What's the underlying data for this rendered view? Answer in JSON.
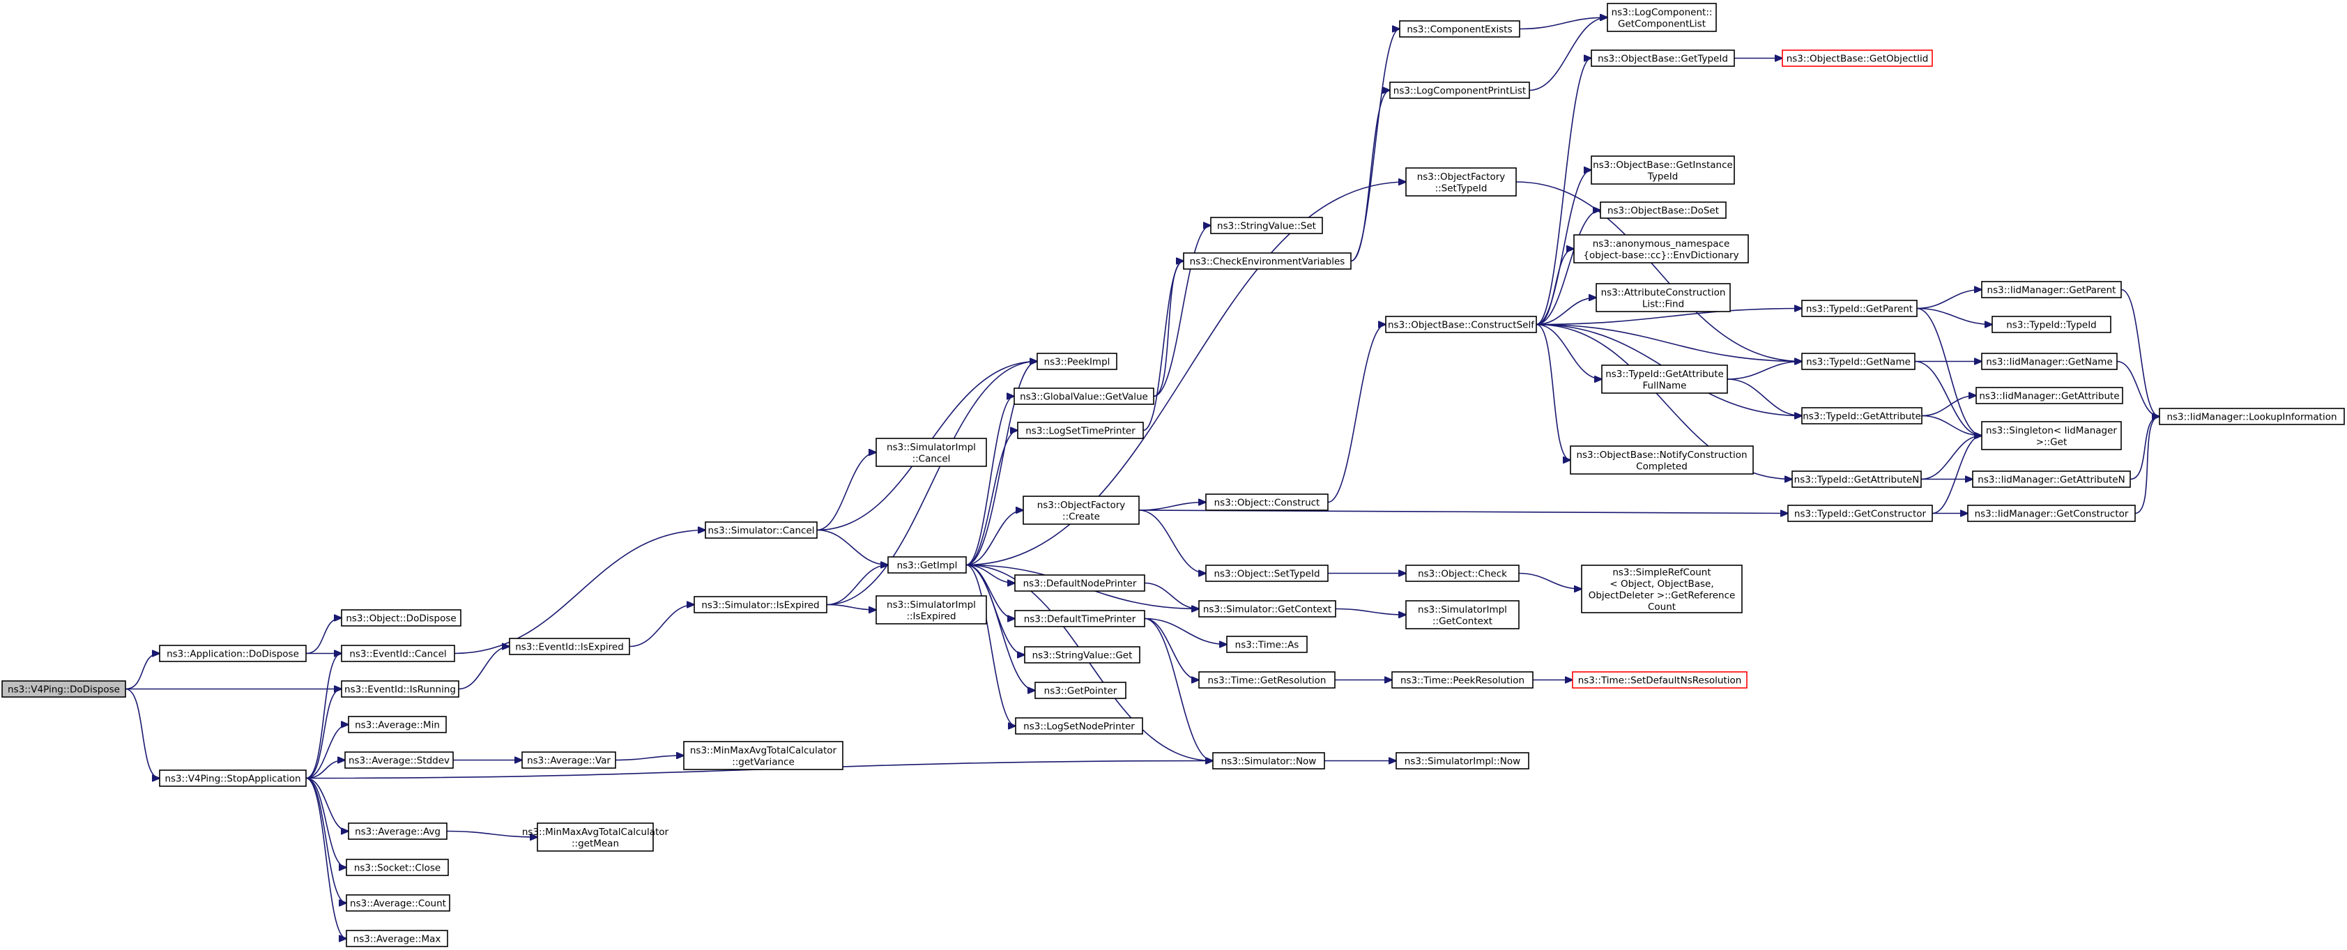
{
  "diagram": {
    "colors": {
      "edge": "#191970",
      "node_border": "#000000",
      "root_fill": "#bfbfbf",
      "undocumented_border": "#ff0000",
      "background": "#ffffff"
    },
    "nodes": [
      {
        "id": "n_doDispose",
        "lines": [
          "ns3::V4Ping::DoDispose"
        ],
        "style": "root"
      },
      {
        "id": "n_appDoDispose",
        "lines": [
          "ns3::Application::DoDispose"
        ]
      },
      {
        "id": "n_stopApp",
        "lines": [
          "ns3::V4Ping::StopApplication"
        ]
      },
      {
        "id": "n_objDoDispose",
        "lines": [
          "ns3::Object::DoDispose"
        ]
      },
      {
        "id": "n_evCancel",
        "lines": [
          "ns3::EventId::Cancel"
        ]
      },
      {
        "id": "n_evIsRunning",
        "lines": [
          "ns3::EventId::IsRunning"
        ]
      },
      {
        "id": "n_avgMin",
        "lines": [
          "ns3::Average::Min"
        ]
      },
      {
        "id": "n_avgStddev",
        "lines": [
          "ns3::Average::Stddev"
        ]
      },
      {
        "id": "n_avgAvg",
        "lines": [
          "ns3::Average::Avg"
        ]
      },
      {
        "id": "n_sockClose",
        "lines": [
          "ns3::Socket::Close"
        ]
      },
      {
        "id": "n_avgCount",
        "lines": [
          "ns3::Average::Count"
        ]
      },
      {
        "id": "n_avgMax",
        "lines": [
          "ns3::Average::Max"
        ]
      },
      {
        "id": "n_avgVar",
        "lines": [
          "ns3::Average::Var"
        ]
      },
      {
        "id": "n_getVariance",
        "lines": [
          "ns3::MinMaxAvgTotalCalculator",
          "::getVariance"
        ]
      },
      {
        "id": "n_getMean",
        "lines": [
          "ns3::MinMaxAvgTotalCalculator",
          "::getMean"
        ]
      },
      {
        "id": "n_evIsExpired",
        "lines": [
          "ns3::EventId::IsExpired"
        ]
      },
      {
        "id": "n_simCancel",
        "lines": [
          "ns3::Simulator::Cancel"
        ]
      },
      {
        "id": "n_simIsExpired",
        "lines": [
          "ns3::Simulator::IsExpired"
        ]
      },
      {
        "id": "n_simImplCancel",
        "lines": [
          "ns3::SimulatorImpl",
          "::Cancel"
        ]
      },
      {
        "id": "n_getImpl",
        "lines": [
          "ns3::GetImpl"
        ]
      },
      {
        "id": "n_simImplIsExpired",
        "lines": [
          "ns3::SimulatorImpl",
          "::IsExpired"
        ]
      },
      {
        "id": "n_peekImpl",
        "lines": [
          "ns3::PeekImpl"
        ]
      },
      {
        "id": "n_gvGetValue",
        "lines": [
          "ns3::GlobalValue::GetValue"
        ]
      },
      {
        "id": "n_logSetTimePrinter",
        "lines": [
          "ns3::LogSetTimePrinter"
        ]
      },
      {
        "id": "n_objFactCreate",
        "lines": [
          "ns3::ObjectFactory",
          "::Create"
        ]
      },
      {
        "id": "n_defNodePrinter",
        "lines": [
          "ns3::DefaultNodePrinter"
        ]
      },
      {
        "id": "n_defTimePrinter",
        "lines": [
          "ns3::DefaultTimePrinter"
        ]
      },
      {
        "id": "n_svGet",
        "lines": [
          "ns3::StringValue::Get"
        ]
      },
      {
        "id": "n_getPointer",
        "lines": [
          "ns3::GetPointer"
        ]
      },
      {
        "id": "n_logSetNodePrinter",
        "lines": [
          "ns3::LogSetNodePrinter"
        ]
      },
      {
        "id": "n_svSet",
        "lines": [
          "ns3::StringValue::Set"
        ]
      },
      {
        "id": "n_checkEnv",
        "lines": [
          "ns3::CheckEnvironmentVariables"
        ]
      },
      {
        "id": "n_objConstruct",
        "lines": [
          "ns3::Object::Construct"
        ]
      },
      {
        "id": "n_objSetTypeId",
        "lines": [
          "ns3::Object::SetTypeId"
        ]
      },
      {
        "id": "n_simGetContext",
        "lines": [
          "ns3::Simulator::GetContext"
        ]
      },
      {
        "id": "n_timeAs",
        "lines": [
          "ns3::Time::As"
        ]
      },
      {
        "id": "n_timeGetRes",
        "lines": [
          "ns3::Time::GetResolution"
        ]
      },
      {
        "id": "n_simNow",
        "lines": [
          "ns3::Simulator::Now"
        ]
      },
      {
        "id": "n_compExists",
        "lines": [
          "ns3::ComponentExists"
        ]
      },
      {
        "id": "n_logCompPrintList",
        "lines": [
          "ns3::LogComponentPrintList"
        ]
      },
      {
        "id": "n_objFactSetTypeId",
        "lines": [
          "ns3::ObjectFactory",
          "::SetTypeId"
        ]
      },
      {
        "id": "n_objBaseConstructSelf",
        "lines": [
          "ns3::ObjectBase::ConstructSelf"
        ]
      },
      {
        "id": "n_objCheck",
        "lines": [
          "ns3::Object::Check"
        ]
      },
      {
        "id": "n_simImplGetContext",
        "lines": [
          "ns3::SimulatorImpl",
          "::GetContext"
        ]
      },
      {
        "id": "n_timePeekRes",
        "lines": [
          "ns3::Time::PeekResolution"
        ]
      },
      {
        "id": "n_simImplNow",
        "lines": [
          "ns3::SimulatorImpl::Now"
        ]
      },
      {
        "id": "n_logCompGetList",
        "lines": [
          "ns3::LogComponent::",
          "GetComponentList"
        ]
      },
      {
        "id": "n_objBaseGetTypeId",
        "lines": [
          "ns3::ObjectBase::GetTypeId"
        ]
      },
      {
        "id": "n_objBaseGetInstTypeId",
        "lines": [
          "ns3::ObjectBase::GetInstance",
          "TypeId"
        ]
      },
      {
        "id": "n_objBaseDoSet",
        "lines": [
          "ns3::ObjectBase::DoSet"
        ]
      },
      {
        "id": "n_envDictionary",
        "lines": [
          "ns3::anonymous_namespace",
          "{object-base::cc}::EnvDictionary"
        ]
      },
      {
        "id": "n_attrConstrFind",
        "lines": [
          "ns3::AttributeConstruction",
          "List::Find"
        ]
      },
      {
        "id": "n_typeIdGetAttrFullName",
        "lines": [
          "ns3::TypeId::GetAttribute",
          "FullName"
        ]
      },
      {
        "id": "n_objBaseNotify",
        "lines": [
          "ns3::ObjectBase::NotifyConstruction",
          "Completed"
        ]
      },
      {
        "id": "n_simpleRefCount",
        "lines": [
          "ns3::SimpleRefCount",
          "< Object, ObjectBase,",
          "ObjectDeleter >::GetReference",
          "Count"
        ]
      },
      {
        "id": "n_setDefaultNsRes",
        "lines": [
          "ns3::Time::SetDefaultNsResolution"
        ],
        "style": "undocumented"
      },
      {
        "id": "n_objBaseGetObjectIid",
        "lines": [
          "ns3::ObjectBase::GetObjectIid"
        ],
        "style": "undocumented"
      },
      {
        "id": "n_typeIdGetParent",
        "lines": [
          "ns3::TypeId::GetParent"
        ]
      },
      {
        "id": "n_typeIdGetName",
        "lines": [
          "ns3::TypeId::GetName"
        ]
      },
      {
        "id": "n_typeIdGetAttribute",
        "lines": [
          "ns3::TypeId::GetAttribute"
        ]
      },
      {
        "id": "n_typeIdGetAttributeN",
        "lines": [
          "ns3::TypeId::GetAttributeN"
        ]
      },
      {
        "id": "n_typeIdGetConstructor",
        "lines": [
          "ns3::TypeId::GetConstructor"
        ]
      },
      {
        "id": "n_iidGetParent",
        "lines": [
          "ns3::IidManager::GetParent"
        ]
      },
      {
        "id": "n_typeIdTypeId",
        "lines": [
          "ns3::TypeId::TypeId"
        ]
      },
      {
        "id": "n_iidGetName",
        "lines": [
          "ns3::IidManager::GetName"
        ]
      },
      {
        "id": "n_iidGetAttribute",
        "lines": [
          "ns3::IidManager::GetAttribute"
        ]
      },
      {
        "id": "n_singletonGet",
        "lines": [
          "ns3::Singleton< IidManager",
          ">::Get"
        ]
      },
      {
        "id": "n_iidGetAttributeN",
        "lines": [
          "ns3::IidManager::GetAttributeN"
        ]
      },
      {
        "id": "n_iidGetConstructor",
        "lines": [
          "ns3::IidManager::GetConstructor"
        ]
      },
      {
        "id": "n_iidLookup",
        "lines": [
          "ns3::IidManager::LookupInformation"
        ]
      }
    ],
    "edges": [
      [
        "n_doDispose",
        "n_appDoDispose"
      ],
      [
        "n_doDispose",
        "n_evIsRunning"
      ],
      [
        "n_doDispose",
        "n_stopApp"
      ],
      [
        "n_appDoDispose",
        "n_objDoDispose"
      ],
      [
        "n_appDoDispose",
        "n_evCancel"
      ],
      [
        "n_stopApp",
        "n_evCancel"
      ],
      [
        "n_stopApp",
        "n_evIsRunning"
      ],
      [
        "n_stopApp",
        "n_avgMin"
      ],
      [
        "n_stopApp",
        "n_avgStddev"
      ],
      [
        "n_stopApp",
        "n_avgAvg"
      ],
      [
        "n_stopApp",
        "n_sockClose"
      ],
      [
        "n_stopApp",
        "n_avgCount"
      ],
      [
        "n_stopApp",
        "n_avgMax"
      ],
      [
        "n_stopApp",
        "n_simNow"
      ],
      [
        "n_avgStddev",
        "n_avgVar"
      ],
      [
        "n_avgVar",
        "n_getVariance"
      ],
      [
        "n_avgAvg",
        "n_getMean"
      ],
      [
        "n_evCancel",
        "n_simCancel"
      ],
      [
        "n_evIsRunning",
        "n_evIsExpired"
      ],
      [
        "n_evIsExpired",
        "n_simIsExpired"
      ],
      [
        "n_simCancel",
        "n_simImplCancel"
      ],
      [
        "n_simCancel",
        "n_getImpl"
      ],
      [
        "n_simCancel",
        "n_peekImpl"
      ],
      [
        "n_simIsExpired",
        "n_getImpl"
      ],
      [
        "n_simIsExpired",
        "n_simImplIsExpired"
      ],
      [
        "n_simIsExpired",
        "n_peekImpl"
      ],
      [
        "n_getImpl",
        "n_peekImpl"
      ],
      [
        "n_getImpl",
        "n_gvGetValue"
      ],
      [
        "n_getImpl",
        "n_logSetTimePrinter"
      ],
      [
        "n_getImpl",
        "n_objFactCreate"
      ],
      [
        "n_getImpl",
        "n_defNodePrinter"
      ],
      [
        "n_getImpl",
        "n_defTimePrinter"
      ],
      [
        "n_getImpl",
        "n_svGet"
      ],
      [
        "n_getImpl",
        "n_getPointer"
      ],
      [
        "n_getImpl",
        "n_logSetNodePrinter"
      ],
      [
        "n_getImpl",
        "n_simNow"
      ],
      [
        "n_getImpl",
        "n_objFactSetTypeId"
      ],
      [
        "n_getImpl",
        "n_simGetContext"
      ],
      [
        "n_gvGetValue",
        "n_svSet"
      ],
      [
        "n_gvGetValue",
        "n_checkEnv"
      ],
      [
        "n_logSetTimePrinter",
        "n_checkEnv"
      ],
      [
        "n_checkEnv",
        "n_compExists"
      ],
      [
        "n_checkEnv",
        "n_logCompPrintList"
      ],
      [
        "n_compExists",
        "n_logCompGetList"
      ],
      [
        "n_logCompPrintList",
        "n_logCompGetList"
      ],
      [
        "n_objFactCreate",
        "n_objConstruct"
      ],
      [
        "n_objFactCreate",
        "n_objSetTypeId"
      ],
      [
        "n_objFactCreate",
        "n_typeIdGetConstructor"
      ],
      [
        "n_objConstruct",
        "n_objBaseConstructSelf"
      ],
      [
        "n_objSetTypeId",
        "n_objCheck"
      ],
      [
        "n_objCheck",
        "n_simpleRefCount"
      ],
      [
        "n_defNodePrinter",
        "n_simGetContext"
      ],
      [
        "n_simGetContext",
        "n_simImplGetContext"
      ],
      [
        "n_defTimePrinter",
        "n_timeAs"
      ],
      [
        "n_defTimePrinter",
        "n_timeGetRes"
      ],
      [
        "n_defTimePrinter",
        "n_simNow"
      ],
      [
        "n_timeGetRes",
        "n_timePeekRes"
      ],
      [
        "n_timePeekRes",
        "n_setDefaultNsRes"
      ],
      [
        "n_simNow",
        "n_simImplNow"
      ],
      [
        "n_objFactSetTypeId",
        "n_typeIdGetName"
      ],
      [
        "n_objBaseConstructSelf",
        "n_objBaseGetTypeId"
      ],
      [
        "n_objBaseConstructSelf",
        "n_objBaseGetInstTypeId"
      ],
      [
        "n_objBaseConstructSelf",
        "n_objBaseDoSet"
      ],
      [
        "n_objBaseConstructSelf",
        "n_envDictionary"
      ],
      [
        "n_objBaseConstructSelf",
        "n_attrConstrFind"
      ],
      [
        "n_objBaseConstructSelf",
        "n_typeIdGetAttrFullName"
      ],
      [
        "n_objBaseConstructSelf",
        "n_objBaseNotify"
      ],
      [
        "n_objBaseConstructSelf",
        "n_typeIdGetParent"
      ],
      [
        "n_objBaseConstructSelf",
        "n_typeIdGetName"
      ],
      [
        "n_objBaseConstructSelf",
        "n_typeIdGetAttribute"
      ],
      [
        "n_objBaseConstructSelf",
        "n_typeIdGetAttributeN"
      ],
      [
        "n_objBaseGetTypeId",
        "n_objBaseGetObjectIid"
      ],
      [
        "n_typeIdGetAttrFullName",
        "n_typeIdGetName"
      ],
      [
        "n_typeIdGetAttrFullName",
        "n_typeIdGetAttribute"
      ],
      [
        "n_typeIdGetParent",
        "n_iidGetParent"
      ],
      [
        "n_typeIdGetParent",
        "n_typeIdTypeId"
      ],
      [
        "n_typeIdGetParent",
        "n_singletonGet"
      ],
      [
        "n_typeIdGetName",
        "n_iidGetName"
      ],
      [
        "n_typeIdGetName",
        "n_singletonGet"
      ],
      [
        "n_typeIdGetAttribute",
        "n_iidGetAttribute"
      ],
      [
        "n_typeIdGetAttribute",
        "n_singletonGet"
      ],
      [
        "n_typeIdGetAttributeN",
        "n_iidGetAttributeN"
      ],
      [
        "n_typeIdGetAttributeN",
        "n_singletonGet"
      ],
      [
        "n_typeIdGetConstructor",
        "n_iidGetConstructor"
      ],
      [
        "n_typeIdGetConstructor",
        "n_singletonGet"
      ],
      [
        "n_iidGetParent",
        "n_iidLookup"
      ],
      [
        "n_iidGetName",
        "n_iidLookup"
      ],
      [
        "n_iidGetAttributeN",
        "n_iidLookup"
      ],
      [
        "n_iidGetConstructor",
        "n_iidLookup"
      ]
    ]
  }
}
